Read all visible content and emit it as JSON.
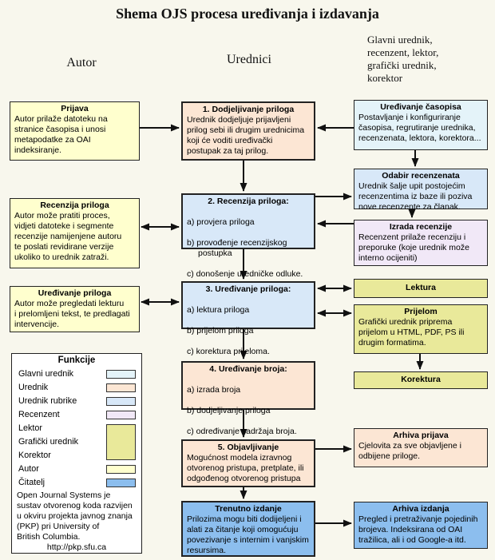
{
  "title": "Shema OJS procesa uređivanja i izdavanja",
  "columns": {
    "left": "Autor",
    "center": "Urednici",
    "right": "Glavni urednik,\nrecenzent, lektor,\ngrafički urednik,\nkorektor"
  },
  "colors": {
    "background": "#f8f7ed",
    "glavni_urednik": "#e4f3f9",
    "urednik": "#fce6d4",
    "urednik_rubrike": "#d8e8f8",
    "recenzent": "#f1e8f7",
    "lektor_graficki_korektor": "#e9e99a",
    "autor": "#ffffce",
    "citatelj": "#8cbeee"
  },
  "boxes": {
    "prijava": {
      "title": "Prijava",
      "body": "Autor prilaže datoteku na\nstranice časopisa i unosi\nmetapodatke za OAI\nindeksiranje."
    },
    "recenzija_priloga": {
      "title": "Recenzija priloga",
      "body": "Autor može pratiti proces,\nvidjeti datoteke i segmente\nrecenzije namijenjene autoru\nte poslati revidirane verzije\nukoliko to urednik zatraži."
    },
    "uredjivanje_priloga_autor": {
      "title": "Uređivanje priloga",
      "body": "Autor može pregledati lekturu\ni prelomljeni tekst, te predlagati\nintervencije."
    },
    "step1": {
      "title": "1. Dodjeljivanje priloga",
      "body": "Urednik dodjeljuje prijavljeni\nprilog sebi ili drugim urednicima\nkoji će voditi uređivački\npostupak za taj prilog."
    },
    "step2": {
      "title": "2. Recenzija priloga:",
      "lines": [
        "a) provjera priloga",
        "b) provođenje recenzijskog postupka",
        "c) donošenje uredničke odluke."
      ]
    },
    "step3": {
      "title": "3. Uređivanje priloga:",
      "lines": [
        "a) lektura priloga",
        "b) prijelom priloga",
        "c) korektura prijeloma."
      ]
    },
    "step4": {
      "title": "4. Uređivanje broja:",
      "lines": [
        "a) izrada broja",
        "b) dodjeljivanje priloga",
        "c) određivanje sadržaja broja."
      ]
    },
    "step5": {
      "title": "5. Objavljivanje",
      "body": "Mogućnost modela izravnog\notvorenog pristupa, pretplate, ili\nodgođenog otvorenog pristupa"
    },
    "trenutno_izdanje": {
      "title": "Trenutno izdanje",
      "body": "Prilozima mogu biti dodijeljeni i\nalati za čitanje koji omogućuju\npovezivanje s internim i vanjskim\nresursima."
    },
    "uredjivanje_casopisa": {
      "title": "Uređivanje časopisa",
      "body": "Postavljanje i konfiguriranje\nčasopisa, regrutiranje urednika,\nrecenzenata, lektora, korektora..."
    },
    "odabir_recenzenata": {
      "title": "Odabir recenzenata",
      "body": "Urednik šalje upit postojećim\nrecenzentima iz baze ili poziva\nnove recenzente za članak."
    },
    "izrada_recenzije": {
      "title": "Izrada recenzije",
      "body": "Recenzent prilaže recenziju i\npreporuke (koje urednik može\ninterno ocijeniti)"
    },
    "lektura": {
      "title": "Lektura"
    },
    "prijelom": {
      "title": "Prijelom",
      "body": "Grafički urednik priprema\nprijelom u HTML, PDF, PS ili\ndrugim formatima."
    },
    "korektura": {
      "title": "Korektura"
    },
    "arhiva_prijava": {
      "title": "Arhiva prijava",
      "body": "Cjelovita za sve objavljene i\nodbijene priloge."
    },
    "arhiva_izdanja": {
      "title": "Arhiva izdanja",
      "body": "Pregled i pretraživanje pojedinih\nbrojeva. Indeksirana od OAI\ntražilica, ali i od Google-a itd."
    }
  },
  "legend": {
    "title": "Funkcije",
    "items": [
      {
        "label": "Glavni urednik"
      },
      {
        "label": "Urednik"
      },
      {
        "label": "Urednik rubrike"
      },
      {
        "label": "Recenzent"
      },
      {
        "label": "Lektor"
      },
      {
        "label": "Grafički urednik"
      },
      {
        "label": "Korektor"
      },
      {
        "label": "Autor"
      },
      {
        "label": "Čitatelj"
      }
    ],
    "footer": "Open Journal Systems je\nsustav otvorenog koda razvijen\nu okviru projekta javnog znanja\n(PKP) pri University of\nBritish Columbia.",
    "url": "http://pkp.sfu.ca"
  }
}
